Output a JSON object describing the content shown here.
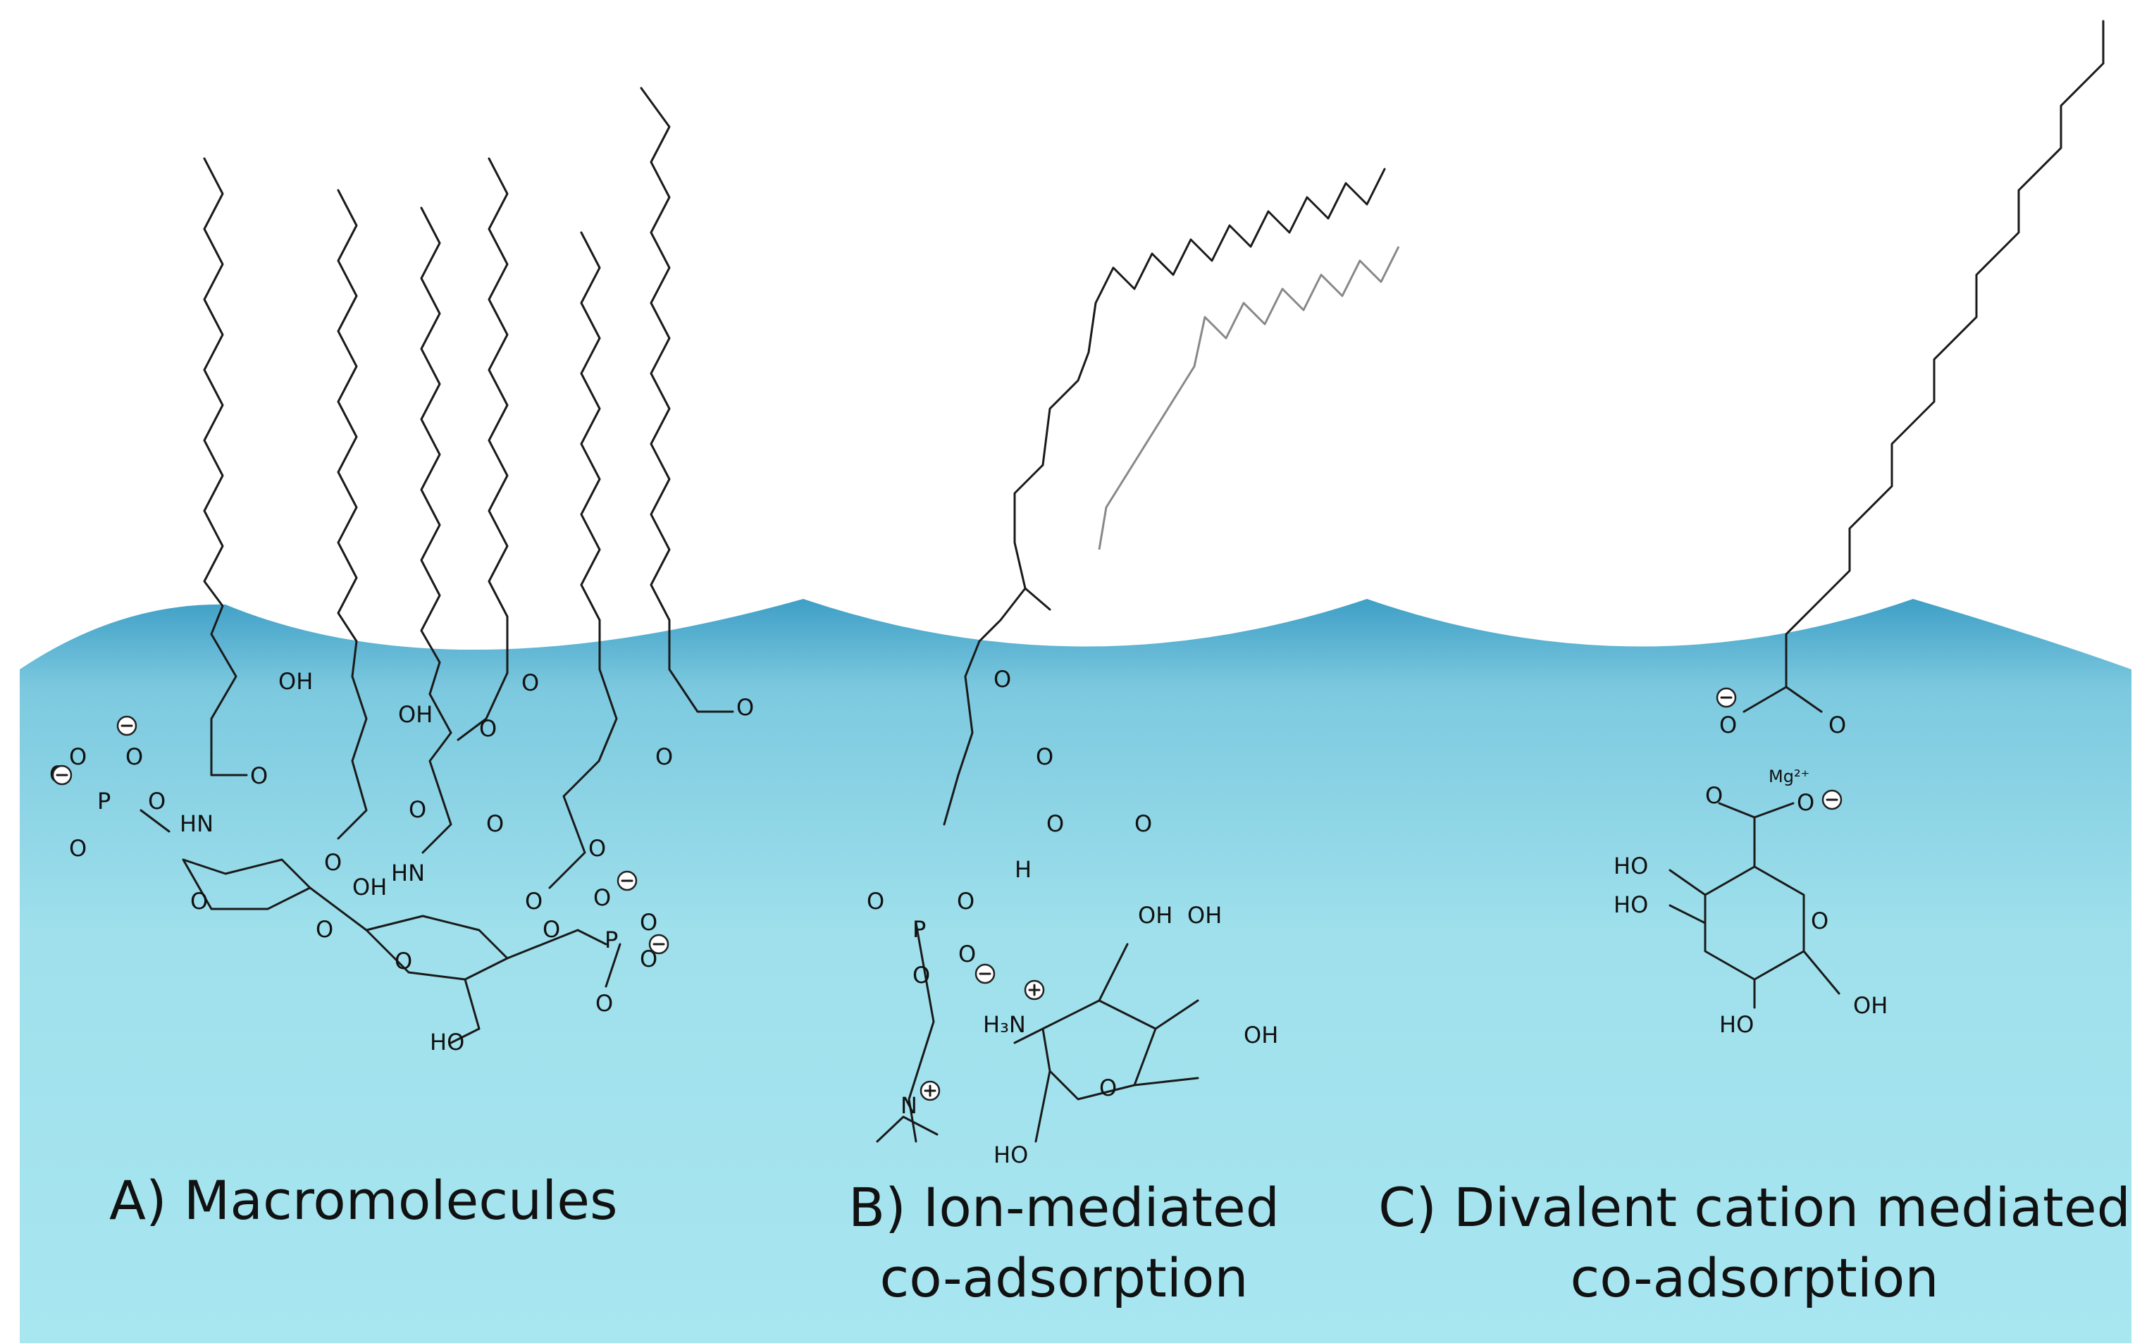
{
  "panels": {
    "a": {
      "label": "A) Macromolecules"
    },
    "b": {
      "label_line1": "B) Ion-mediated",
      "label_line2": "co-adsorption"
    },
    "c": {
      "label_line1": "C) Divalent cation mediated",
      "label_line2": "co-adsorption"
    }
  },
  "atoms": {
    "oh": "OH",
    "ho": "HO",
    "o": "O",
    "p": "P",
    "hn": "HN",
    "nh": "HN",
    "h": "H",
    "n": "N",
    "h3n": "H₃N",
    "mg": "Mg²⁺"
  },
  "colors": {
    "water_top": "#4aa6cb",
    "water_mid": "#8fd6e6",
    "water_bottom": "#a9e6f0",
    "ink": "#111111"
  }
}
